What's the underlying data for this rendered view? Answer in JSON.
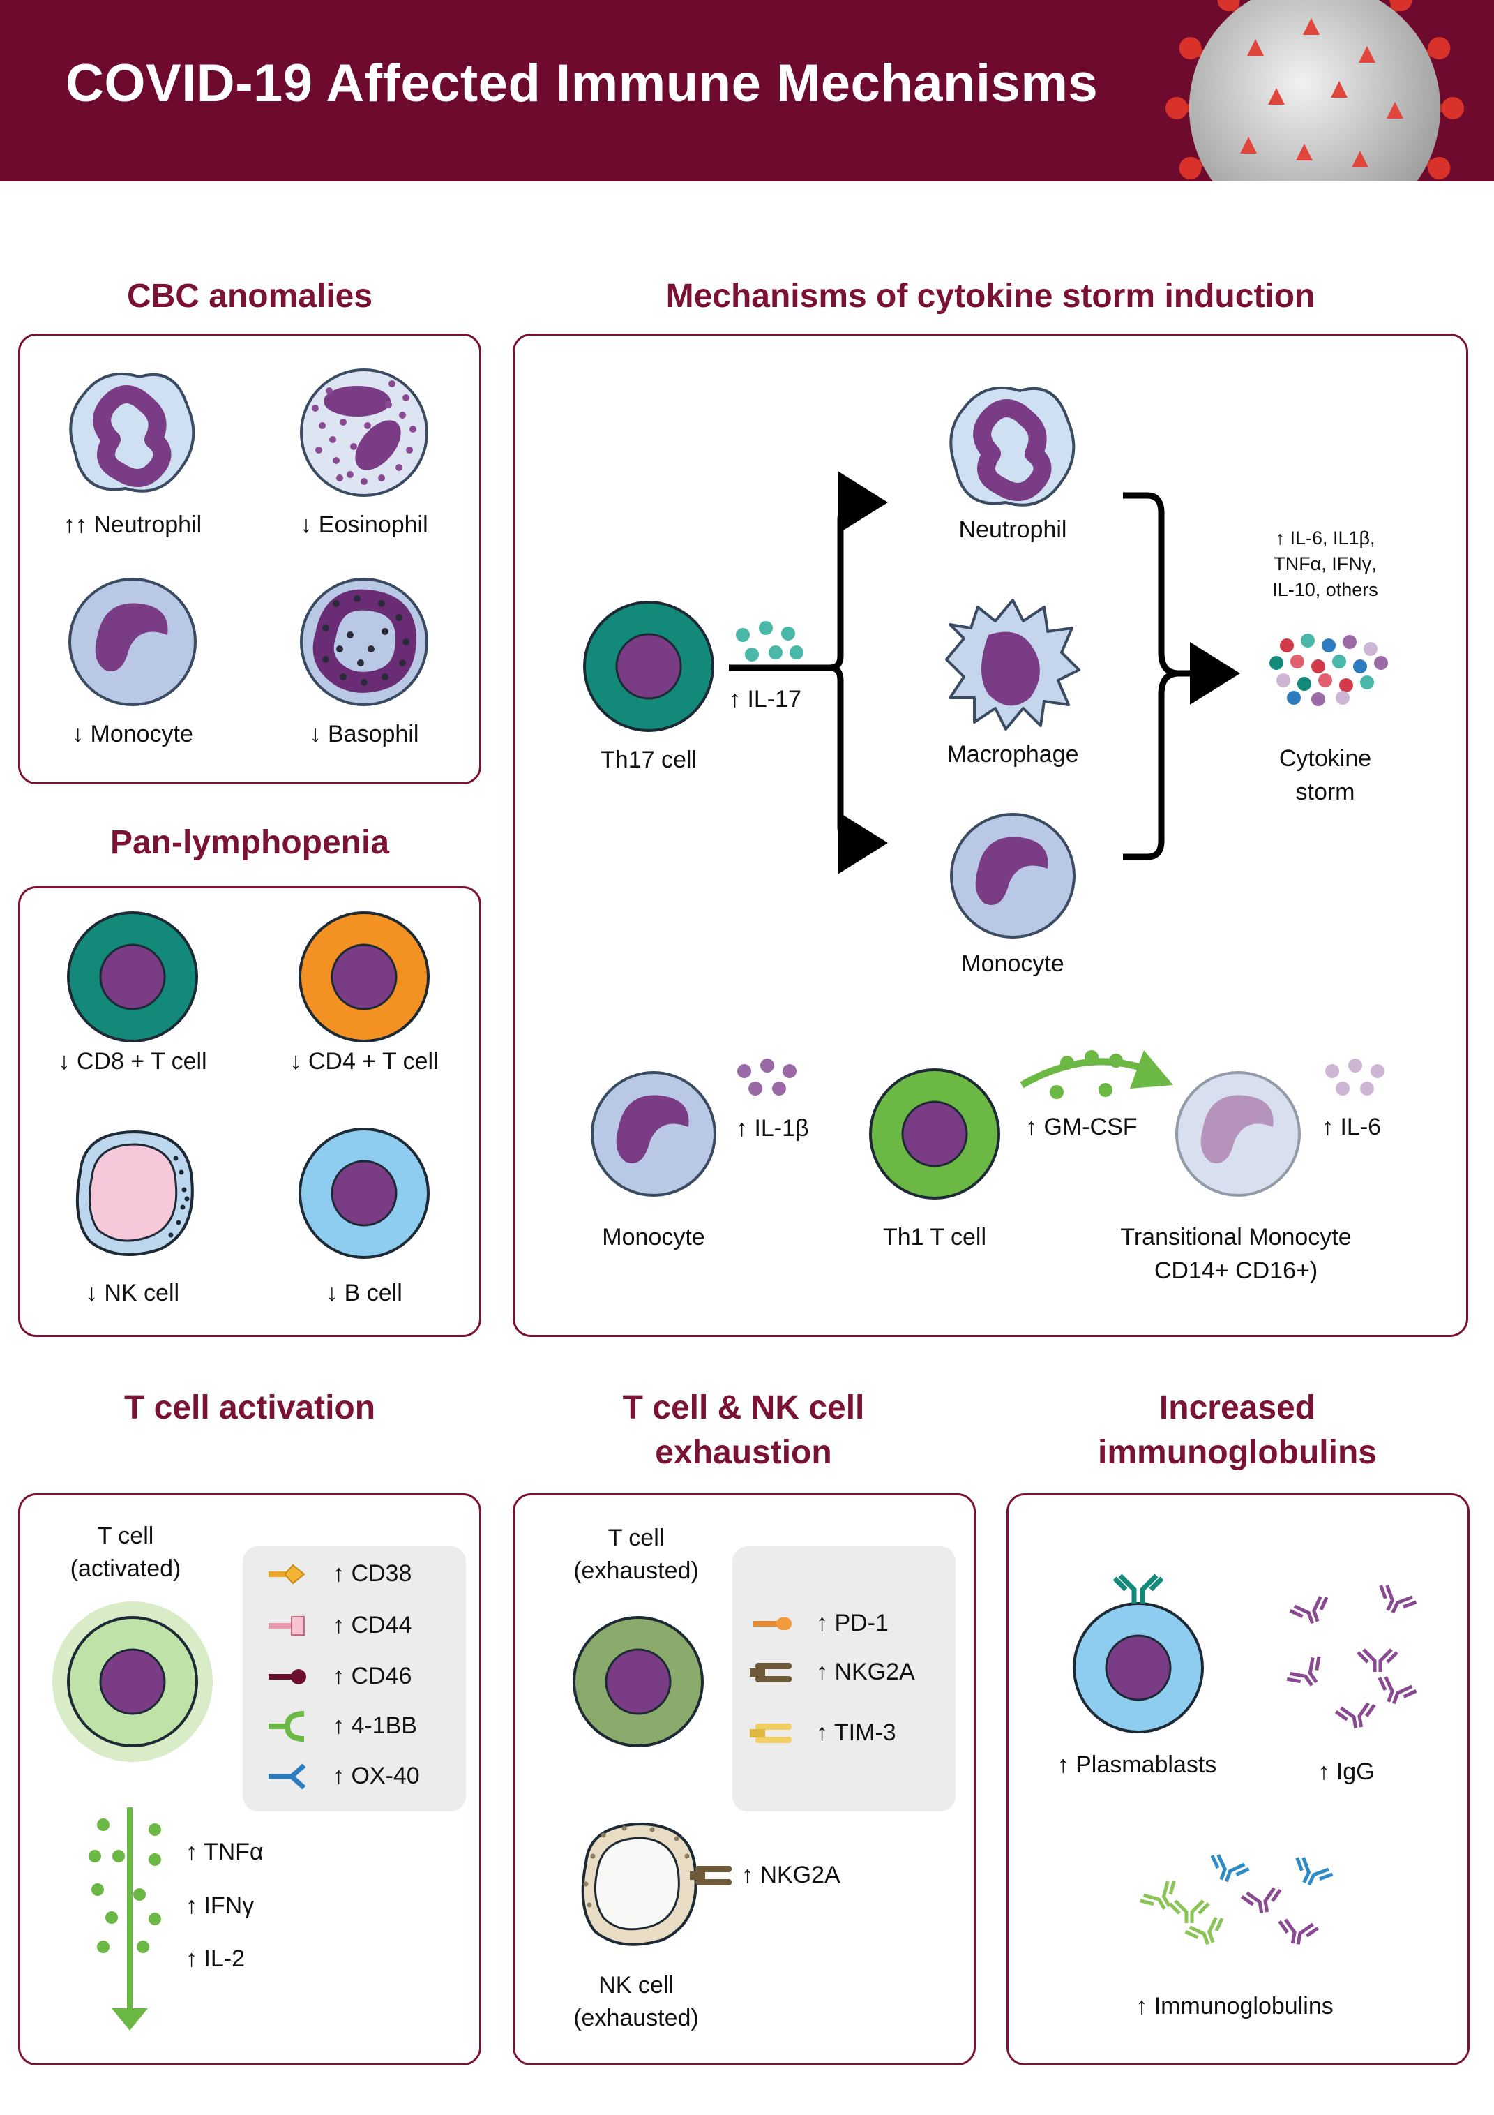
{
  "header": {
    "title": "COVID-19 Affected Immune Mechanisms"
  },
  "cbc": {
    "title": "CBC anomalies",
    "neutrophil": "↑↑ Neutrophil",
    "eosinophil": "↓  Eosinophil",
    "monocyte": "↓  Monocyte",
    "basophil": "↓  Basophil"
  },
  "lympho": {
    "title": "Pan-lymphopenia",
    "cd8": "↓  CD8 + T cell",
    "cd4": "↓  CD4 + T cell",
    "nk": "↓  NK cell",
    "b": "↓  B cell"
  },
  "storm": {
    "title": "Mechanisms of cytokine storm induction",
    "th17": "Th17 cell",
    "il17": "↑ IL-17",
    "neutrophil": "Neutrophil",
    "macrophage": "Macrophage",
    "monocyte": "Monocyte",
    "cytokines_line1": "↑ IL-6, IL1β,",
    "cytokines_line2": "TNFα, IFNγ,",
    "cytokines_line3": "IL-10, others",
    "storm_line1": "Cytokine",
    "storm_line2": "storm",
    "monocyte2": "Monocyte",
    "il1b": "↑ IL-1β",
    "th1": "Th1 T cell",
    "gmcsf": "↑ GM-CSF",
    "il6": "↑ IL-6",
    "trans_line1": "Transitional Monocyte",
    "trans_line2": "CD14+ CD16+)"
  },
  "tact": {
    "title": "T cell activation",
    "cell_line1": "T cell",
    "cell_line2": "(activated)",
    "markers": [
      "↑ CD38",
      "↑ CD44",
      "↑ CD46",
      "↑ 4-1BB",
      "↑ OX-40"
    ],
    "cytokines": [
      "↑ TNFα",
      "↑ IFNγ",
      "↑ IL-2"
    ]
  },
  "exh": {
    "title_line1": "T cell & NK cell",
    "title_line2": "exhaustion",
    "tcell_line1": "T cell",
    "tcell_line2": "(exhausted)",
    "markers": [
      "↑ PD-1",
      "↑ NKG2A",
      "↑ TIM-3"
    ],
    "nk_marker": "↑ NKG2A",
    "nk_line1": "NK cell",
    "nk_line2": "(exhausted)"
  },
  "ig": {
    "title_line1": "Increased",
    "title_line2": "immunoglobulins",
    "plasmablasts": "↑ Plasmablasts",
    "igg": "↑ IgG",
    "immunoglobulins": "↑ Immunoglobulins"
  }
}
